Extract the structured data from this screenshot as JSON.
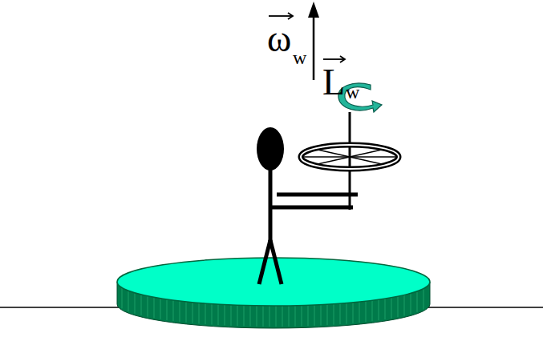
{
  "diagram": {
    "labels": [
      "ω",
      "w",
      "L",
      "w"
    ]
  }
}
